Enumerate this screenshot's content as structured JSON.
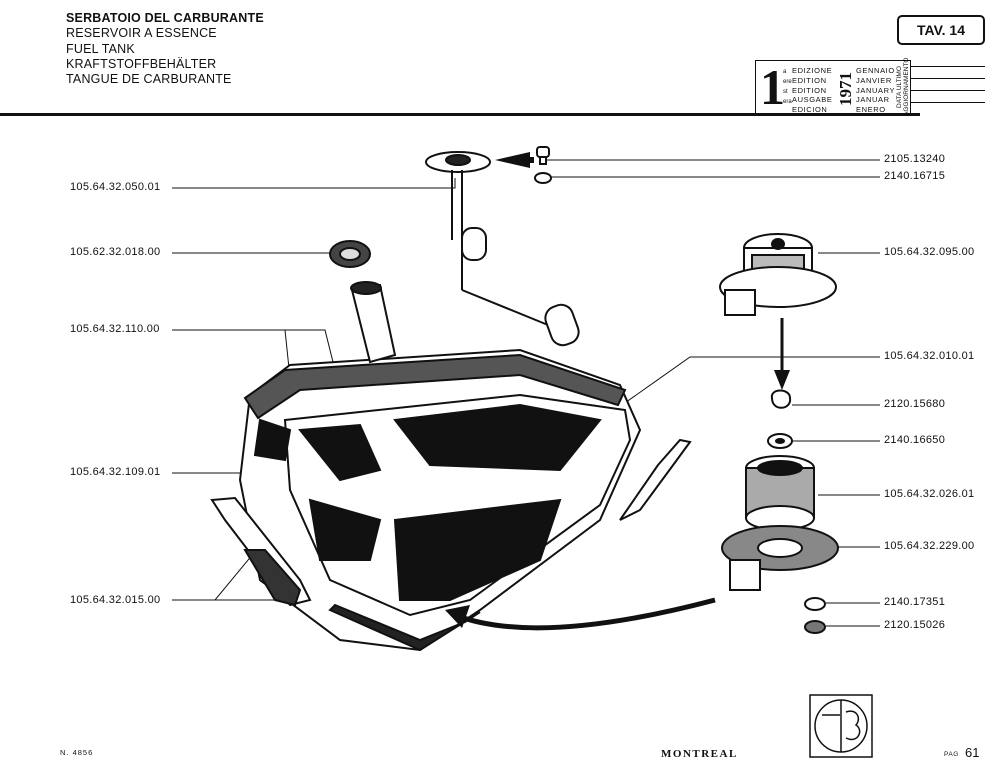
{
  "header": {
    "titles": [
      "SERBATOIO DEL CARBURANTE",
      "RESERVOIR A ESSENCE",
      "FUEL TANK",
      "KRAFTSTOFFBEHÄLTER",
      "TANGUE DE CARBURANTE"
    ],
    "plate": "TAV. 14"
  },
  "edition": {
    "number": "1",
    "ordinals": [
      "a",
      "ere",
      "st",
      "",
      "era"
    ],
    "words": [
      "EDIZIONE",
      "EDITION",
      "EDITION",
      "AUSGABE",
      "EDICION"
    ],
    "year": "1971",
    "months": [
      "GENNAIO",
      "JANVIER",
      "JANUARY",
      "JANUAR",
      "ENERO"
    ],
    "update_label": "DATA ULTIMO AGGIORNAMENTO"
  },
  "parts_left": [
    "105.64.32.050.01",
    "105.62.32.018.00",
    "105.64.32.110.00",
    "105.64.32.109.01",
    "105.64.32.015.00"
  ],
  "parts_right": [
    "2105.13240",
    "2140.16715",
    "105.64.32.095.00",
    "105.64.32.010.01",
    "2120.15680",
    "2140.16650",
    "105.64.32.026.01",
    "105.64.32.229.00",
    "2140.17351",
    "2120.15026"
  ],
  "footer": {
    "doc_number": "N. 4856",
    "model": "MONTREAL",
    "page_label": "PAG",
    "page_number": "61"
  }
}
